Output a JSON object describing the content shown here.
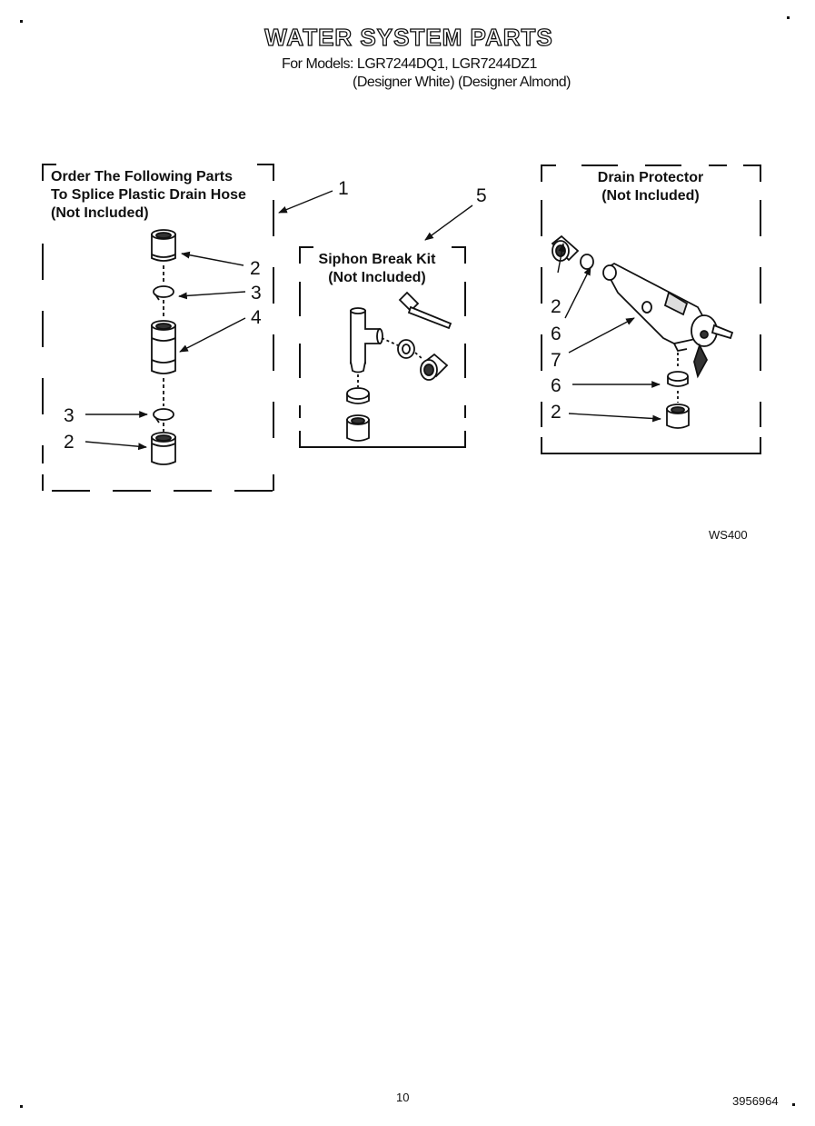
{
  "header": {
    "title": "WATER SYSTEM PARTS",
    "models": "For Models: LGR7244DQ1, LGR7244DZ1",
    "colors": "(Designer White)   (Designer Almond)"
  },
  "boxes": {
    "splice": {
      "line1": "Order The Following Parts",
      "line2": "To Splice Plastic Drain Hose",
      "line3": "(Not Included)"
    },
    "siphon": {
      "line1": "Siphon Break Kit",
      "line2": "(Not Included)"
    },
    "drain": {
      "line1": "Drain Protector",
      "line2": "(Not Included)"
    }
  },
  "callouts": {
    "c1": "1",
    "c5": "5",
    "c2a": "2",
    "c3a": "3",
    "c4": "4",
    "c3b": "3",
    "c2b": "2",
    "c2c": "2",
    "c6a": "6",
    "c7": "7",
    "c6b": "6",
    "c2d": "2"
  },
  "footer": {
    "diagram_code": "WS400",
    "page_number": "10",
    "part_number": "3956964"
  }
}
